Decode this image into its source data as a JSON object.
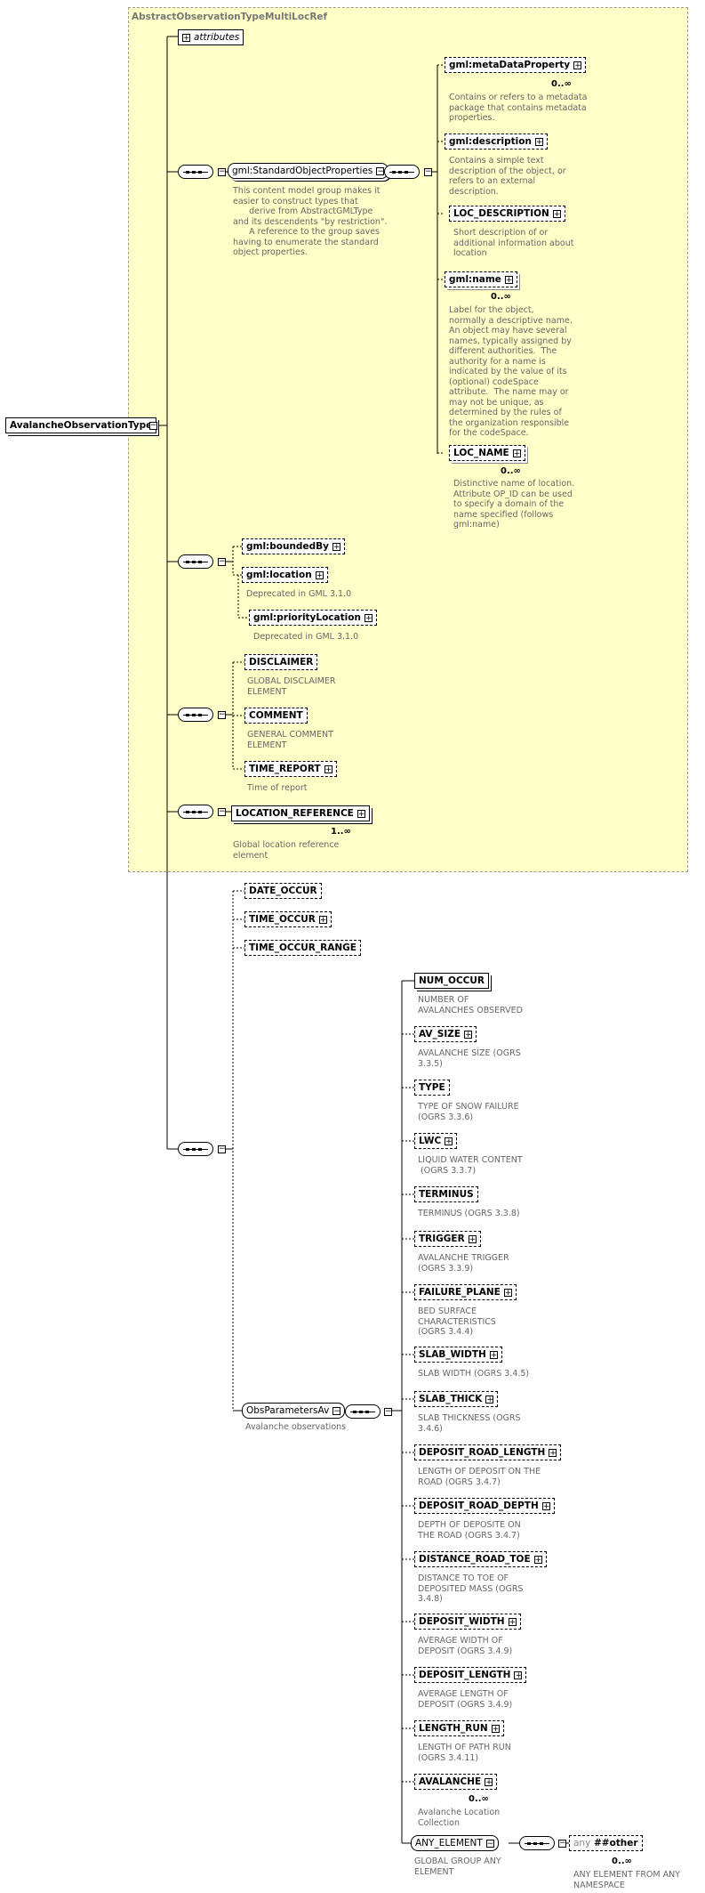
{
  "root": "AvalancheObservationType",
  "complex_type": "AbstractObservationTypeMultiLocRef",
  "attributes_label": "attributes",
  "gml_group": {
    "label": "gml:StandardObjectProperties",
    "desc": "This content model group makes it\neasier to construct types that\n      derive from AbstractGMLType\nand its descendents \"by restriction\".\n      A reference to the group saves\nhaving to enumerate the standard\nobject properties."
  },
  "gml_elements": [
    {
      "label": "gml:metaDataProperty",
      "card": "0..∞",
      "desc": "Contains or refers to a metadata\npackage that contains metadata\nproperties."
    },
    {
      "label": "gml:description",
      "desc": "Contains a simple text\ndescription of the object, or\nrefers to an external\ndescription."
    },
    {
      "label": "LOC_DESCRIPTION",
      "desc": "Short description of or\nadditional information about\nlocation"
    },
    {
      "label": "gml:name",
      "card": "0..∞",
      "desc": "Label for the object,\nnormally a descriptive name.\nAn object may have several\nnames, typically assigned by\ndifferent authorities.  The\nauthority for a name is\nindicated by the value of its\n(optional) codeSpace\nattribute.  The name may or\nmay not be unique, as\ndetermined by the rules of\nthe organization responsible\nfor the codeSpace."
    },
    {
      "label": "LOC_NAME",
      "card": "0..∞",
      "desc": "Distinctive name of location.\nAttribute OP_ID can be used\nto specify a domain of the\nname specified (follows\ngml:name)"
    }
  ],
  "bounds": [
    {
      "label": "gml:boundedBy"
    },
    {
      "label": "gml:location",
      "desc": "Deprecated in GML 3.1.0"
    },
    {
      "label": "gml:priorityLocation",
      "desc": "Deprecated in GML 3.1.0"
    }
  ],
  "general": [
    {
      "label": "DISCLAIMER",
      "desc": "GLOBAL DISCLAIMER\nELEMENT"
    },
    {
      "label": "COMMENT",
      "desc": "GENERAL COMMENT\nELEMENT"
    },
    {
      "label": "TIME_REPORT",
      "desc": "Time of report"
    }
  ],
  "location_ref": {
    "label": "LOCATION_REFERENCE",
    "card": "1..∞",
    "desc": "Global location reference\nelement"
  },
  "time_elements": [
    {
      "label": "DATE_OCCUR"
    },
    {
      "label": "TIME_OCCUR"
    },
    {
      "label": "TIME_OCCUR_RANGE"
    }
  ],
  "obs_params": {
    "label": "ObsParametersAv",
    "desc": "Avalanche observations"
  },
  "params": [
    {
      "label": "NUM_OCCUR",
      "desc": "NUMBER OF\nAVALANCHES OBSERVED"
    },
    {
      "label": "AV_SIZE",
      "desc": "AVALANCHE SIZE (OGRS\n3.3.5)"
    },
    {
      "label": "TYPE",
      "desc": "TYPE OF SNOW FAILURE\n(OGRS 3.3.6)"
    },
    {
      "label": "LWC",
      "desc": "LIQUID WATER CONTENT\n (OGRS 3.3.7)"
    },
    {
      "label": "TERMINUS",
      "desc": "TERMINUS (OGRS 3.3.8)"
    },
    {
      "label": "TRIGGER",
      "desc": "AVALANCHE TRIGGER\n(OGRS 3.3.9)"
    },
    {
      "label": "FAILURE_PLANE",
      "desc": "BED SURFACE\nCHARACTERISTICS\n(OGRS 3.4.4)"
    },
    {
      "label": "SLAB_WIDTH",
      "desc": "SLAB WIDTH (OGRS 3.4.5)"
    },
    {
      "label": "SLAB_THICK",
      "desc": "SLAB THICKNESS (OGRS\n3.4.6)"
    },
    {
      "label": "DEPOSIT_ROAD_LENGTH",
      "desc": "LENGTH OF DEPOSIT ON THE\nROAD (OGRS 3.4.7)"
    },
    {
      "label": "DEPOSIT_ROAD_DEPTH",
      "desc": "DEPTH OF DEPOSITE ON\nTHE ROAD (OGRS 3.4.7)"
    },
    {
      "label": "DISTANCE_ROAD_TOE",
      "desc": "DISTANCE TO TOE OF\nDEPOSITED MASS (OGRS\n3.4.8)"
    },
    {
      "label": "DEPOSIT_WIDTH",
      "desc": "AVERAGE WIDTH OF\nDEPOSIT (OGRS 3.4.9)"
    },
    {
      "label": "DEPOSIT_LENGTH",
      "desc": "AVERAGE LENGTH OF\nDEPOSIT (OGRS 3.4.9)"
    },
    {
      "label": "LENGTH_RUN",
      "desc": "LENGTH OF PATH RUN\n(OGRS 3.4.11)"
    },
    {
      "label": "AVALANCHE",
      "card": "0..∞",
      "desc": "Avalanche Location\nCollection"
    }
  ],
  "any_element": {
    "label": "ANY_ELEMENT",
    "desc": "GLOBAL GROUP ANY\nELEMENT"
  },
  "any_other": {
    "prefix": "any",
    "label": "##other",
    "card": "0..∞",
    "desc": "ANY ELEMENT FROM ANY\nNAMESPACE"
  }
}
